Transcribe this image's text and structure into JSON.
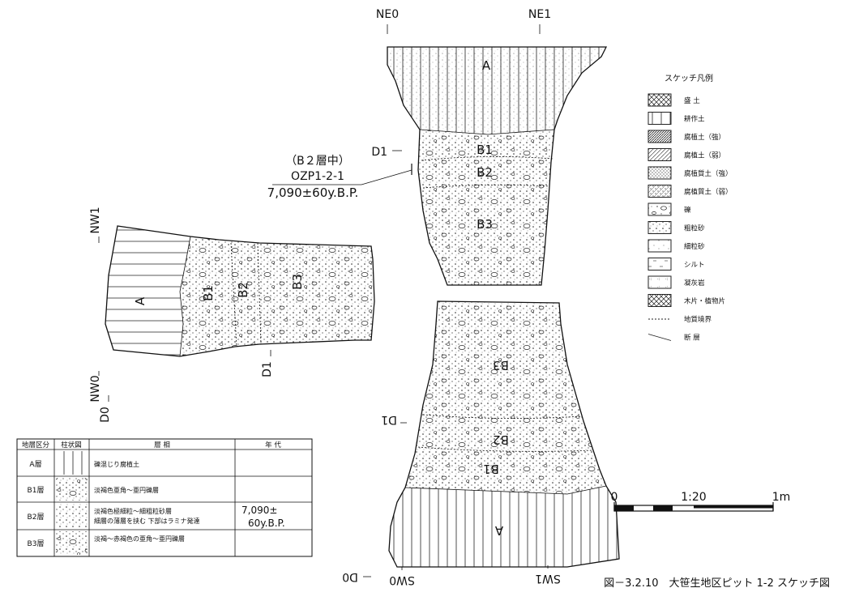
{
  "points": {
    "ne0": "NE0",
    "ne1": "NE1",
    "nw1": "NW1",
    "nw0": "NW0",
    "d0": "D0",
    "d1": "D1",
    "sw0": "SW0",
    "sw1": "SW1"
  },
  "layers": {
    "a": "A",
    "b1": "B1",
    "b2": "B2",
    "b3": "B3"
  },
  "sample": {
    "layer": "（B２層中）",
    "id": "OZP1-2-1",
    "date": "7,090±60y.B.P."
  },
  "legend": {
    "title": "スケッチ凡例",
    "items": [
      {
        "label": "盛 土",
        "pattern": "crosshatch"
      },
      {
        "label": "耕作土",
        "pattern": "vertical"
      },
      {
        "label": "腐植土（強）",
        "pattern": "dense-diagonal"
      },
      {
        "label": "腐植土（弱）",
        "pattern": "diagonal"
      },
      {
        "label": "腐植質土（強）",
        "pattern": "dense-dots"
      },
      {
        "label": "腐植質土（弱）",
        "pattern": "dots-diag"
      },
      {
        "label": "礫",
        "pattern": "gravel"
      },
      {
        "label": "粗粒砂",
        "pattern": "coarse-sand"
      },
      {
        "label": "細粒砂",
        "pattern": "fine-sand"
      },
      {
        "label": "シルト",
        "pattern": "silt"
      },
      {
        "label": "凝灰岩",
        "pattern": "tuff"
      },
      {
        "label": "木片・植物片",
        "pattern": "wood"
      },
      {
        "label": "地質境界",
        "pattern": "boundary"
      },
      {
        "label": "断 層",
        "pattern": "fault"
      }
    ]
  },
  "table": {
    "headers": [
      "地層区分",
      "柱状図",
      "層 相",
      "年 代"
    ],
    "rows": [
      {
        "unit": "A層",
        "facies": "礫混じり腐植土",
        "age": ""
      },
      {
        "unit": "B1層",
        "facies": "淡褐色亜角～亜円礫層",
        "age": ""
      },
      {
        "unit": "B2層",
        "facies": "淡褐色極細粒～細粗粒砂層",
        "facies2": "細層の薄層を挟む 下部はラミナ発達",
        "age": "7,090±",
        "age2": "60y.B.P."
      },
      {
        "unit": "B3層",
        "facies": "淡褐～赤褐色の亜角～亜円礫層",
        "age": ""
      }
    ]
  },
  "scale": {
    "start": "0",
    "mid": "1:20",
    "end": "1m"
  },
  "caption": "図－3.2.10　大笹生地区ピット 1-2 スケッチ図"
}
